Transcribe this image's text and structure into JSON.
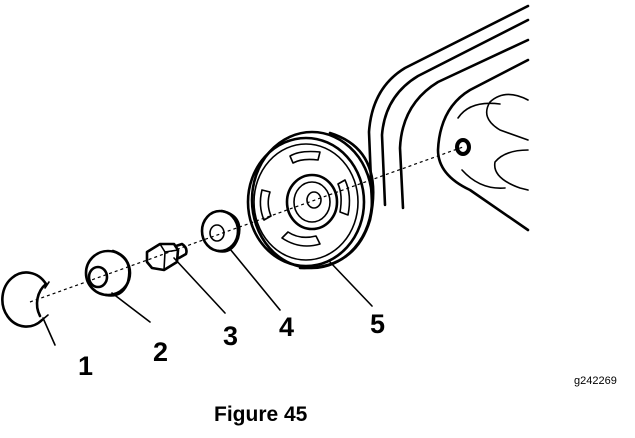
{
  "diagram": {
    "callouts": [
      {
        "id": "1",
        "label": "1"
      },
      {
        "id": "2",
        "label": "2"
      },
      {
        "id": "3",
        "label": "3"
      },
      {
        "id": "4",
        "label": "4"
      },
      {
        "id": "5",
        "label": "5"
      }
    ],
    "figure_id": "g242269",
    "caption": "Figure 45"
  }
}
